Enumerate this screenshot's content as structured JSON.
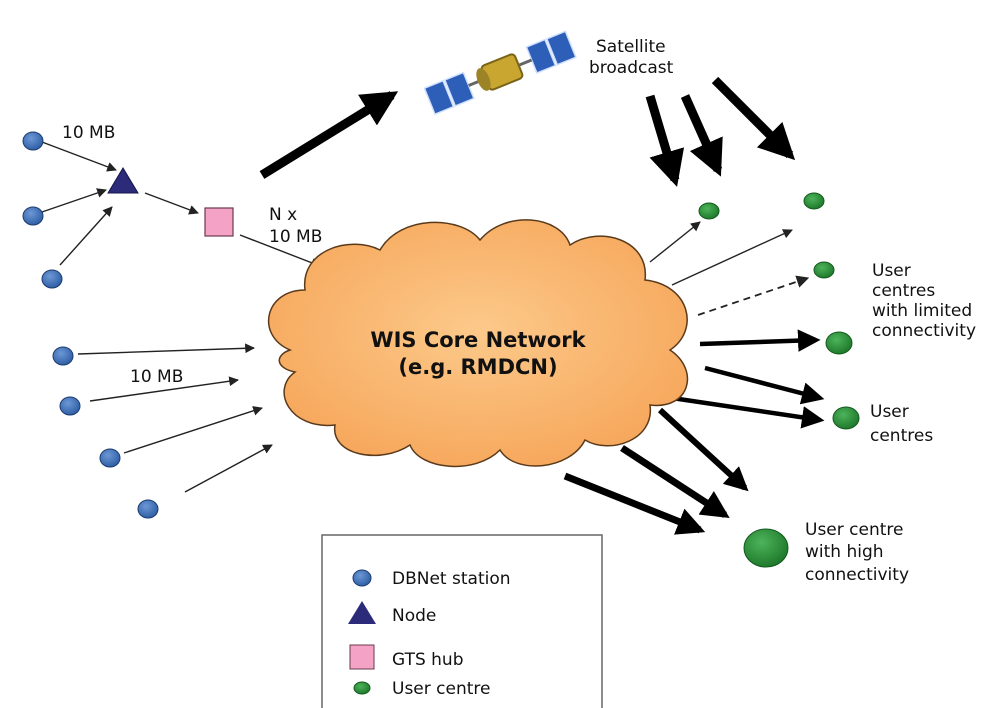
{
  "labels": {
    "satellite_line1": "Satellite",
    "satellite_line2": "broadcast",
    "mb_top": "10 MB",
    "nx_line1": "N x",
    "nx_line2": "10 MB",
    "mb_left": "10 MB",
    "cloud_line1": "WIS Core Network",
    "cloud_line2": "(e.g. RMDCN)",
    "limited_line1": "User",
    "limited_line2": "centres",
    "limited_line3": "with limited",
    "limited_line4": "connectivity",
    "user_centres_line1": "User",
    "user_centres_line2": "centres",
    "high_line1": "User centre",
    "high_line2": "with high",
    "high_line3": "connectivity"
  },
  "legend": {
    "dbnet": "DBNet station",
    "node": "Node",
    "gts": "GTS hub",
    "user_centre": "User centre"
  },
  "colors": {
    "station": "#3f6fb4",
    "node": "#2b2b7a",
    "gts_hub": "#f4a3c6",
    "user_centre": "#2f8f3a",
    "cloud": "#f8b36a"
  }
}
